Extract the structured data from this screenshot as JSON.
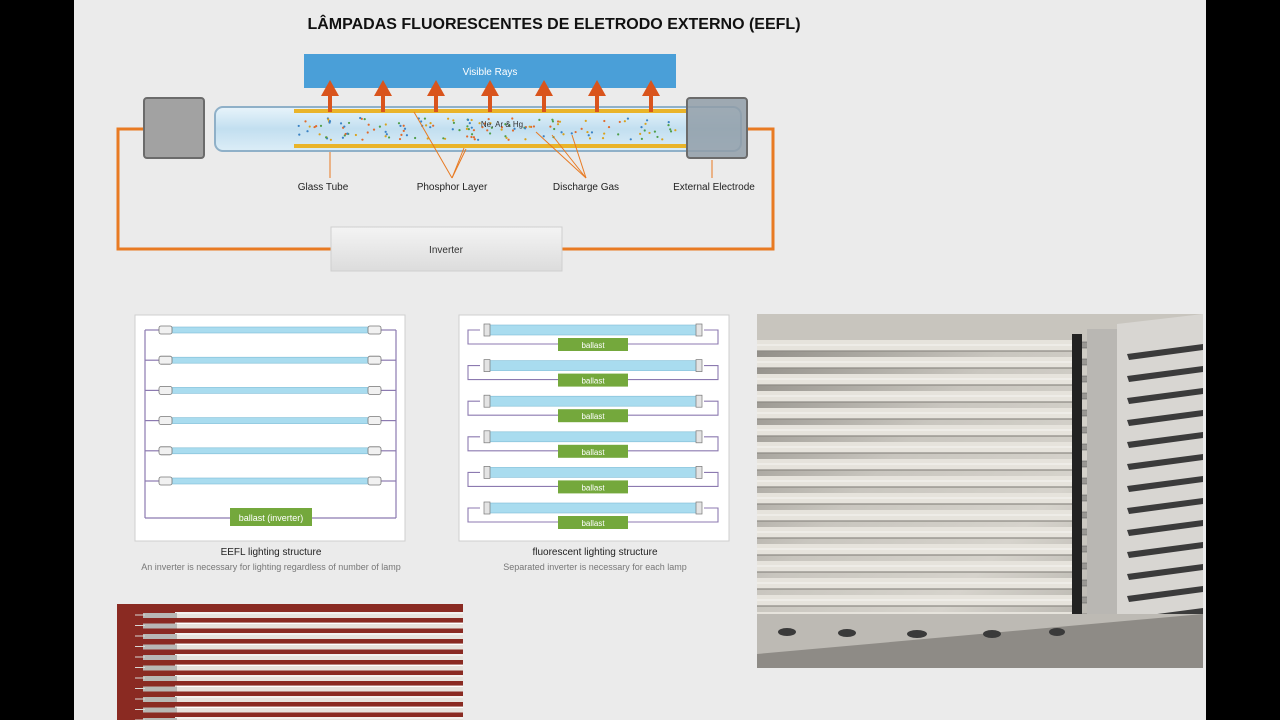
{
  "title": "LÂMPADAS FLUORESCENTES DE ELETRODO EXTERNO (EEFL)",
  "top_diagram": {
    "visible_rays": "Visible Rays",
    "gas_label": "Ne, Ar & Hg",
    "labels": {
      "glass_tube": "Glass Tube",
      "phosphor_layer": "Phosphor Layer",
      "discharge_gas": "Discharge Gas",
      "external_electrode": "External Electrode"
    },
    "inverter": "Inverter",
    "colors": {
      "wire": "#e87a22",
      "rays_box": "#4a9fd8",
      "arrow": "#d9541c",
      "phosphor": "#e9b42a"
    }
  },
  "eefl_structure": {
    "ballast_label": "ballast (inverter)",
    "caption_title": "EEFL lighting structure",
    "caption_sub": "An inverter is necessary for lighting regardless of number of lamp",
    "lamp_count": 6
  },
  "fluorescent_structure": {
    "ballast_labels": [
      "ballast",
      "ballast",
      "ballast",
      "ballast",
      "ballast",
      "ballast"
    ],
    "caption_title": "fluorescent lighting structure",
    "caption_sub": "Separated inverter is necessary for each lamp",
    "colors": {
      "ballast": "#74a83c",
      "frame": "#8c7ab0"
    }
  }
}
